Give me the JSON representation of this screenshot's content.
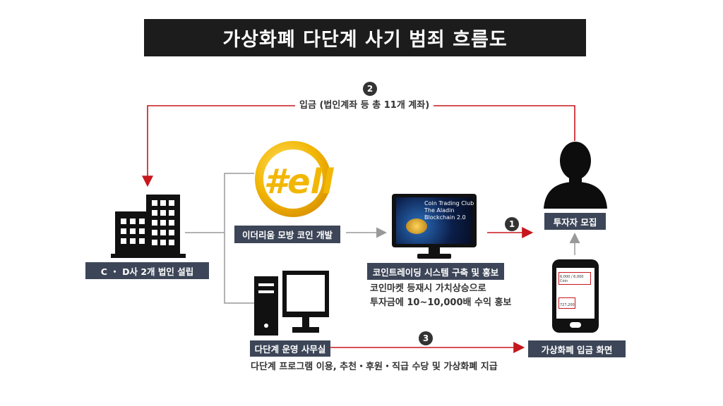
{
  "title": "가상화폐 다단계 사기 범죄 흐름도",
  "steps": {
    "one": "1",
    "two": "2",
    "three": "3"
  },
  "deposit_label": "입금 (법인계좌 등 총 11개 계좌)",
  "company_label": "C ・ D사 2개 법인 설립",
  "coin_label": "이더리움 모방 코인 개발",
  "office_label": "다단계 운영 사무실",
  "system_label": "코인트레이딩 시스템 구축 및 홍보",
  "investor_label": "투자자 모집",
  "deposit_screen_label": "가상화폐 입금 화면",
  "promo_note": [
    "코인마켓 등재시 가치상승으로",
    "투자금에 10~10,000배 수익 홍보"
  ],
  "bottom_note": "다단계 프로그램 이용, 추천・후원・직급 수당 및 가상화폐 지급",
  "monitor_screen_text": [
    "Coin Trading Club",
    "The Aladin",
    "Blockchain 2.0"
  ],
  "coin_logo_text": "#ell",
  "phone_screen_values": [
    "6,000 / 6,000 Coin",
    "727,200"
  ],
  "colors": {
    "arrow_red": "#c8161d",
    "label_bg": "#3d4658",
    "line_gray": "#999999",
    "logo_gold": "#f2b705"
  }
}
